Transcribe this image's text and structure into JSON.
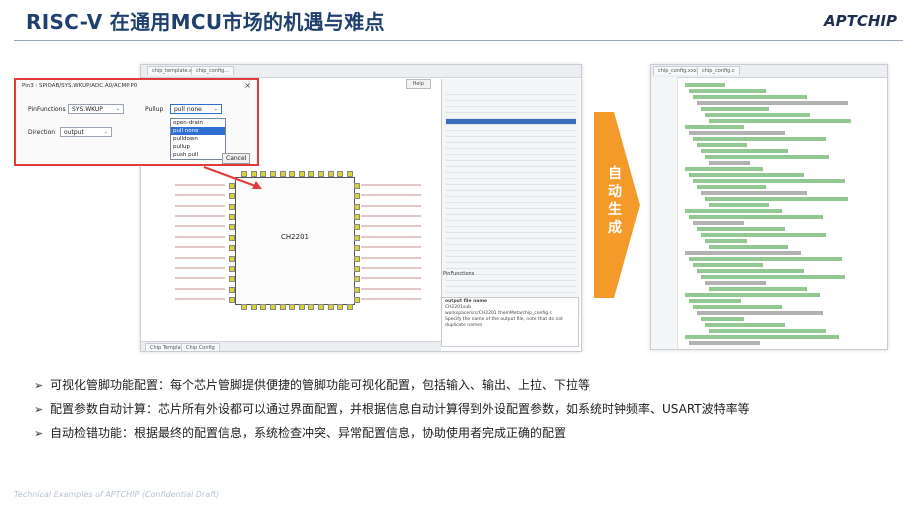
{
  "header": {
    "title": "RISC-V 在通用MCU市场的机遇与难点",
    "logo": "APTCHIP"
  },
  "left_screenshot": {
    "tabs": [
      "chip_template.xxx",
      "chip_config..."
    ],
    "help_label": "Help",
    "chip_name": "CH2201",
    "pinfunctions_header": "PinFunctions",
    "output_box": {
      "title": "output file name",
      "lines": [
        "CH2201sub",
        "workspace/src/CH2201 themMeta/chip_config.c",
        "Specify the name of the output file, note that do not",
        "duplicate names"
      ]
    },
    "bottom_tabs": [
      "Chip Template",
      "Chip Config"
    ]
  },
  "dialog": {
    "title": "Pin3 : SPIOAB/SYS.WKUP/ADC.A0/ACMP.P0",
    "pinfunctions_label": "PinFunctions",
    "pinfunctions_value": "SYS.WKUP",
    "pullup_label": "Pullup",
    "pullup_value": "pull none",
    "direction_label": "Direction",
    "direction_value": "output",
    "pullup_options": [
      "open-drain",
      "pull none",
      "pulldown",
      "pullup",
      "push pull"
    ],
    "pullup_selected_index": 1,
    "cancel_label": "Cancel"
  },
  "arrow": {
    "label": [
      "自",
      "动",
      "生",
      "成"
    ],
    "color": "#f39a2b"
  },
  "right_screenshot": {
    "tabs": [
      "chip_config.xxx",
      "chip_config.c"
    ]
  },
  "bullets": [
    "可视化管脚功能配置：每个芯片管脚提供便捷的管脚功能可视化配置，包括输入、输出、上拉、下拉等",
    "配置参数自动计算：芯片所有外设都可以通过界面配置，并根据信息自动计算得到外设配置参数，如系统时钟频率、USART波特率等",
    "自动检错功能：根据最终的配置信息，系统检查冲突、异常配置信息，协助使用者完成正确的配置"
  ],
  "footer": "Technical Examples of APTCHIP (Confidential Draft)",
  "colors": {
    "title": "#1f3f6e",
    "highlight_border": "#e03c3c",
    "selected_blue": "#2f6fd2",
    "arrow_orange": "#f39a2b"
  }
}
